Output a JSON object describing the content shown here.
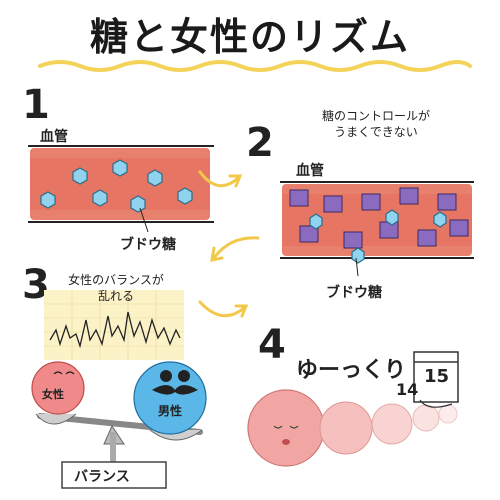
{
  "title": "糖と女性のリズム",
  "steps": {
    "s1": "1",
    "s2": "2",
    "s3": "3",
    "s4": "4"
  },
  "labels": {
    "vessel1": "血管",
    "vessel2": "血管",
    "glucose1": "ブドウ糖",
    "glucose2": "ブドウ糖",
    "sugar_control_line1": "糖のコントロールが",
    "sugar_control_line2": "うまくできない",
    "hormone_line1": "女性のバランスが",
    "hormone_line2": "乱れる",
    "female": "女性",
    "male": "男性",
    "balance": "バランス",
    "slowly": "ゆーっくり",
    "calendar_day": "15",
    "calendar_day2": "14"
  },
  "colors": {
    "vessel": "#e8806e",
    "vessel_dark": "#d9534f",
    "glucose": "#8fd3ef",
    "glycation": "#8a6bbf",
    "female_ball": "#f08a8a",
    "male_ball": "#5ab7e8",
    "title_underline": "#f3d35a",
    "arrow": "#f2c84b"
  }
}
